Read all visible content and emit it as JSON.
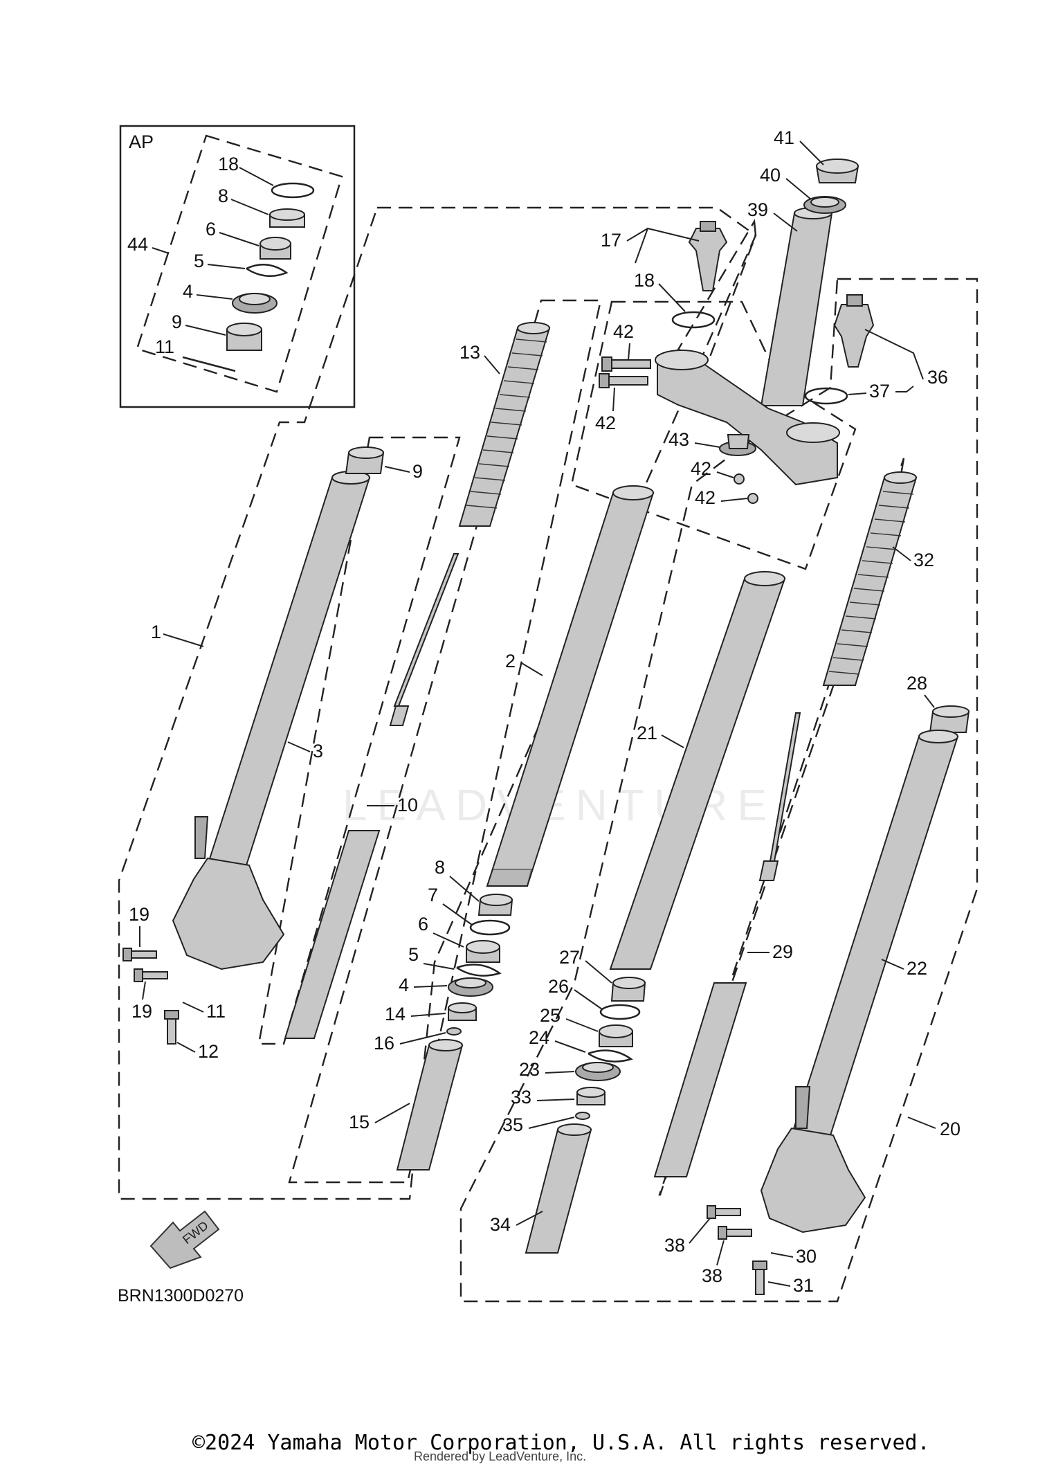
{
  "diagram": {
    "inset_title": "AP",
    "fwd_label": "FWD",
    "drawing_code": "BRN1300D0270",
    "copyright": "©2024 Yamaha Motor Corporation, U.S.A. All rights reserved.",
    "rendered_by": "Rendered by LeadVenture, Inc.",
    "watermark": "LEADVENTURE"
  },
  "callouts": [
    {
      "id": "c41",
      "text": "41"
    },
    {
      "id": "c40",
      "text": "40"
    },
    {
      "id": "c39",
      "text": "39"
    },
    {
      "id": "c17",
      "text": "17"
    },
    {
      "id": "c18a",
      "text": "18"
    },
    {
      "id": "c42a",
      "text": "42"
    },
    {
      "id": "c42b",
      "text": "42"
    },
    {
      "id": "c43",
      "text": "43"
    },
    {
      "id": "c42c",
      "text": "42"
    },
    {
      "id": "c42d",
      "text": "42"
    },
    {
      "id": "c36",
      "text": "36"
    },
    {
      "id": "c37",
      "text": "37"
    },
    {
      "id": "c13",
      "text": "13"
    },
    {
      "id": "c32",
      "text": "32"
    },
    {
      "id": "i18",
      "text": "18"
    },
    {
      "id": "i8",
      "text": "8"
    },
    {
      "id": "i6",
      "text": "6"
    },
    {
      "id": "i44",
      "text": "44"
    },
    {
      "id": "i5",
      "text": "5"
    },
    {
      "id": "i4",
      "text": "4"
    },
    {
      "id": "i9",
      "text": "9"
    },
    {
      "id": "i11",
      "text": "11"
    },
    {
      "id": "c9",
      "text": "9"
    },
    {
      "id": "c1",
      "text": "1"
    },
    {
      "id": "c3",
      "text": "3"
    },
    {
      "id": "c10",
      "text": "10"
    },
    {
      "id": "c2",
      "text": "2"
    },
    {
      "id": "c21",
      "text": "21"
    },
    {
      "id": "c28",
      "text": "28"
    },
    {
      "id": "c22",
      "text": "22"
    },
    {
      "id": "c29",
      "text": "29"
    },
    {
      "id": "c8",
      "text": "8"
    },
    {
      "id": "c7",
      "text": "7"
    },
    {
      "id": "c6",
      "text": "6"
    },
    {
      "id": "c5",
      "text": "5"
    },
    {
      "id": "c4",
      "text": "4"
    },
    {
      "id": "c14",
      "text": "14"
    },
    {
      "id": "c16",
      "text": "16"
    },
    {
      "id": "c15",
      "text": "15"
    },
    {
      "id": "c27",
      "text": "27"
    },
    {
      "id": "c26",
      "text": "26"
    },
    {
      "id": "c25",
      "text": "25"
    },
    {
      "id": "c24",
      "text": "24"
    },
    {
      "id": "c23",
      "text": "23"
    },
    {
      "id": "c33",
      "text": "33"
    },
    {
      "id": "c35",
      "text": "35"
    },
    {
      "id": "c34",
      "text": "34"
    },
    {
      "id": "c19a",
      "text": "19"
    },
    {
      "id": "c19b",
      "text": "19"
    },
    {
      "id": "c11",
      "text": "11"
    },
    {
      "id": "c12",
      "text": "12"
    },
    {
      "id": "c20",
      "text": "20"
    },
    {
      "id": "c38a",
      "text": "38"
    },
    {
      "id": "c38b",
      "text": "38"
    },
    {
      "id": "c30",
      "text": "30"
    },
    {
      "id": "c31",
      "text": "31"
    }
  ]
}
